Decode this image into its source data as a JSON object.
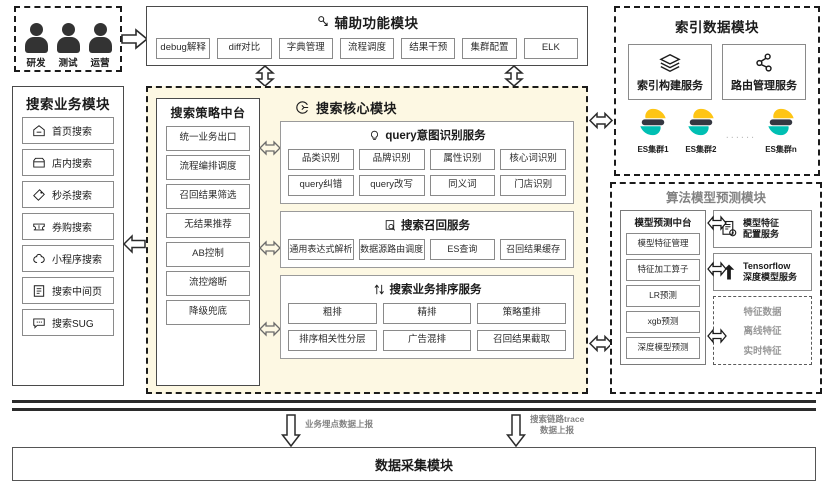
{
  "roles": {
    "items": [
      {
        "label": "研发",
        "icon": "person-icon"
      },
      {
        "label": "测试",
        "icon": "person-icon"
      },
      {
        "label": "运营",
        "icon": "person-icon"
      }
    ]
  },
  "aux_module": {
    "title": "辅助功能模块",
    "icon": "tools-icon",
    "chips": [
      "debug解释",
      "diff对比",
      "字典管理",
      "流程调度",
      "结果干预",
      "集群配置",
      "ELK"
    ]
  },
  "sidebar": {
    "title": "搜索业务模块",
    "items": [
      {
        "label": "首页搜索",
        "icon": "home-icon"
      },
      {
        "label": "店内搜索",
        "icon": "store-icon"
      },
      {
        "label": "秒杀搜索",
        "icon": "tag-icon"
      },
      {
        "label": "券购搜索",
        "icon": "ticket-icon"
      },
      {
        "label": "小程序搜索",
        "icon": "miniapp-icon"
      },
      {
        "label": "搜索中间页",
        "icon": "page-icon"
      },
      {
        "label": "搜索SUG",
        "icon": "suggest-icon"
      }
    ]
  },
  "strategy": {
    "title": "搜索策略中台",
    "items": [
      "统一业务出口",
      "流程编排调度",
      "召回结果筛选",
      "无结果推荐",
      "AB控制",
      "流控熔断",
      "降级兜底"
    ]
  },
  "core": {
    "title": "搜索核心模块",
    "icon": "core-heart-icon",
    "panels": [
      {
        "title": "query意图识别服务",
        "icon": "bulb-icon",
        "items": [
          "品类识别",
          "品牌识别",
          "属性识别",
          "核心词识别",
          "query纠错",
          "query改写",
          "同义词",
          "门店识别"
        ]
      },
      {
        "title": "搜索召回服务",
        "icon": "search-doc-icon",
        "items": [
          "通用表达式解析",
          "数据源路由调度",
          "ES查询",
          "召回结果缓存"
        ]
      },
      {
        "title": "搜索业务排序服务",
        "icon": "sort-icon",
        "items": [
          "粗排",
          "精排",
          "策略重排",
          "排序相关性分层",
          "广告混排",
          "召回结果截取"
        ]
      }
    ]
  },
  "index_module": {
    "title": "索引数据模块",
    "services": [
      {
        "label": "索引构建服务",
        "icon": "layers-icon"
      },
      {
        "label": "路由管理服务",
        "icon": "route-icon"
      }
    ],
    "clusters": [
      "ES集群1",
      "ES集群2",
      "ES集群n"
    ],
    "ellipsis": "......",
    "es_colors": {
      "top": "#FEC514",
      "middle": "#343741",
      "bottom": "#00BFB3"
    }
  },
  "algo_module": {
    "title": "算法模型预测模块",
    "model_center": {
      "title": "模型预测中台",
      "items": [
        "模型特征管理",
        "特征加工算子",
        "LR预测",
        "xgb预测",
        "深度模型预测"
      ]
    },
    "services": [
      {
        "label": "模型特征\n配置服务",
        "line1": "模型特征",
        "line2": "配置服务",
        "icon": "config-doc-icon"
      },
      {
        "label": "Tensorflow深度模型服务",
        "line1": "Tensorflow",
        "line2": "深度模型服务",
        "icon": "tensorflow-icon"
      }
    ],
    "feature_box": {
      "title": "特征数据",
      "items": [
        "离线特征",
        "实时特征"
      ]
    }
  },
  "bottom": {
    "title": "数据采集模块",
    "arrow_labels": [
      {
        "line1": "业务埋点数据上报",
        "line2": ""
      },
      {
        "line1": "搜索链路trace",
        "line2": "数据上报"
      }
    ]
  }
}
